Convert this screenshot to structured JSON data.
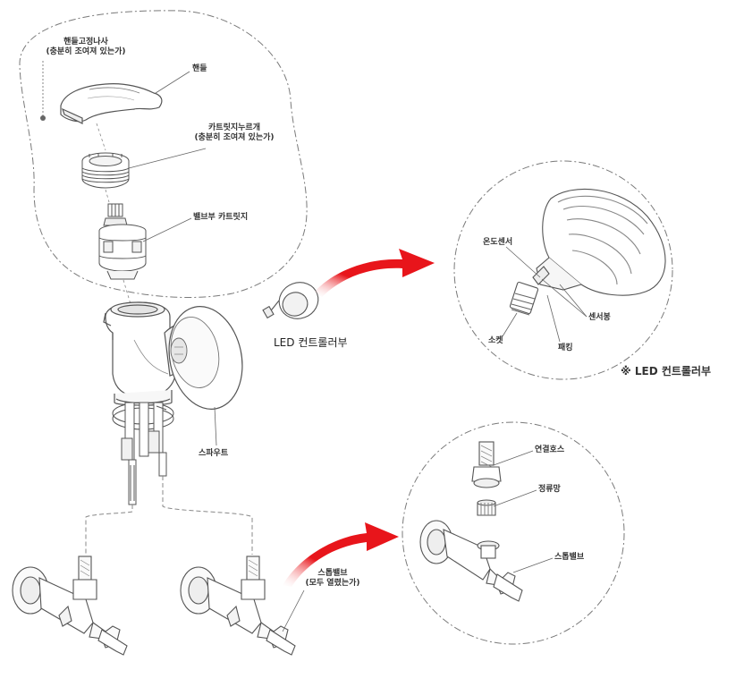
{
  "labels": {
    "handle_screw_1": "핸들고정나사",
    "handle_screw_2": "(충분히 조여져 있는가)",
    "handle": "핸들",
    "cart_nut_1": "카트릿지누르개",
    "cart_nut_2": "(충분히 조여져 있는가)",
    "valve_cart": "밸브부 카트릿지",
    "led_ctrl": "LED 컨트롤러부",
    "spout": "스파우트",
    "temp_sensor": "온도센서",
    "sensor_rod": "센서봉",
    "socket": "소켓",
    "packing": "패킹",
    "led_ctrl_note": "※ LED 컨트롤러부",
    "stop_valve_1": "스톱밸브",
    "stop_valve_2": "(모두 열렸는가)",
    "conn_hose": "연결호스",
    "filter": "정류망",
    "stop_valve_detail": "스톱밸브"
  },
  "colors": {
    "line": "#555555",
    "dash": "#7a7a7a",
    "arrow_red": "#e8151b",
    "text": "#333333"
  }
}
